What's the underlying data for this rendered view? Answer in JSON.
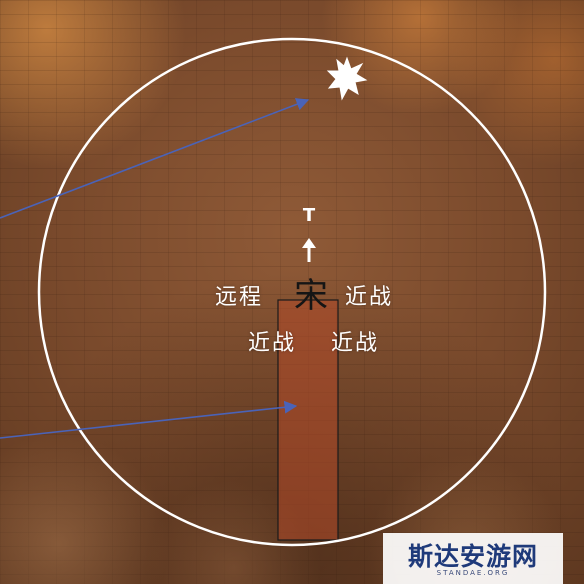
{
  "scene": {
    "colors": {
      "ring": "#ffffff",
      "skill_zone": "#b24a2a",
      "arrow": "#4a63b8",
      "text": "#ffffff"
    },
    "labels": {
      "target": "T",
      "hero": "宋",
      "ranged": "远程",
      "melee_right_top": "近战",
      "melee_left_bottom": "近战",
      "melee_right_bottom": "近战"
    },
    "icons": [
      "burst-icon",
      "up-arrow-icon"
    ]
  },
  "watermark": {
    "title": "斯达安游网",
    "subtitle": "STANDAE.ORG"
  }
}
